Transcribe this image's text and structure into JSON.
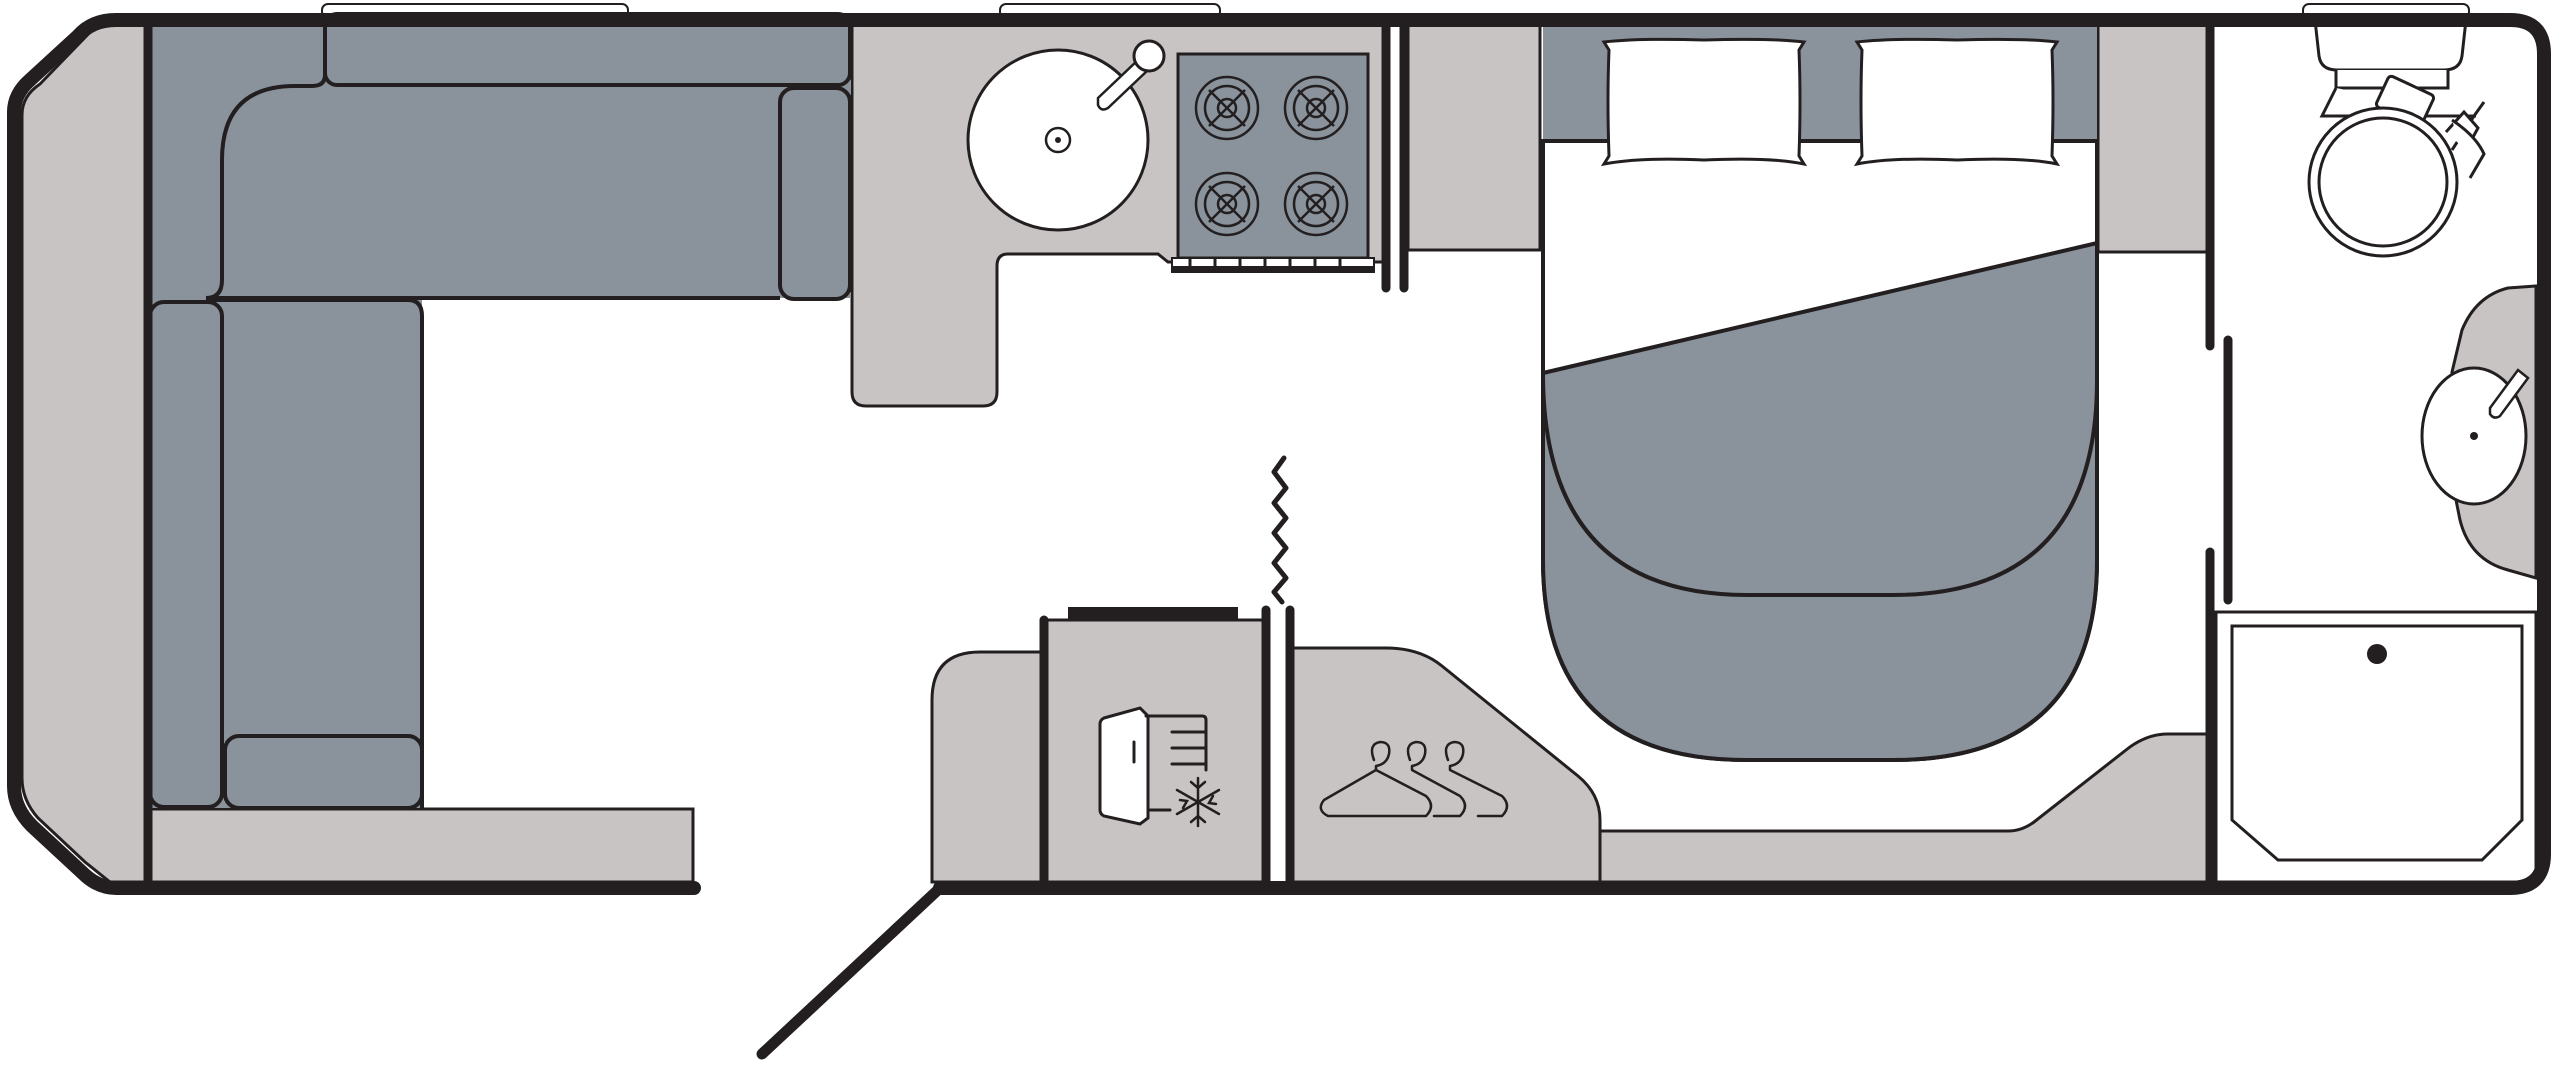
{
  "colors": {
    "background": "#ffffff",
    "wall": "#231f20",
    "furniture_light": "#c8c4c3",
    "upholstery_dark": "#8a939c",
    "fixture_white": "#ffffff"
  },
  "rooms": [
    "lounge",
    "kitchen",
    "bedroom",
    "washroom"
  ],
  "icons": {
    "fridge": "fridge-freezer-icon",
    "wardrobe": "clothes-hangers-icon",
    "heater": "heating-zigzag-icon",
    "hob": "four-burner-hob-icon",
    "sink": "round-sink-icon",
    "toilet": "toilet-icon",
    "basin": "wash-basin-icon",
    "shower": "shower-tray-icon"
  }
}
